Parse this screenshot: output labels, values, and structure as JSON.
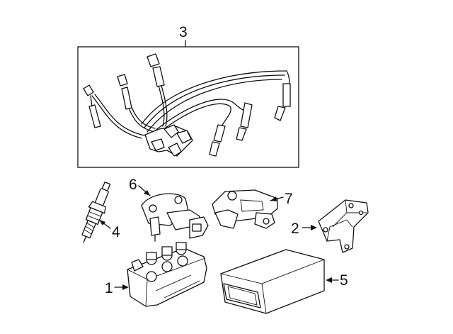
{
  "callouts": {
    "c1": "1",
    "c2": "2",
    "c3": "3",
    "c4": "4",
    "c5": "5",
    "c6": "6",
    "c7": "7"
  },
  "parts": [
    {
      "callout": "1",
      "depicts": "ignition-coil-pack"
    },
    {
      "callout": "2",
      "depicts": "mounting-bracket"
    },
    {
      "callout": "3",
      "depicts": "spark-plug-wire-set"
    },
    {
      "callout": "4",
      "depicts": "spark-plug"
    },
    {
      "callout": "5",
      "depicts": "engine-control-module"
    },
    {
      "callout": "6",
      "depicts": "ignition-sensor"
    },
    {
      "callout": "7",
      "depicts": "crankshaft-position-sensor"
    }
  ],
  "colors": {
    "line": "#111111",
    "background": "#ffffff"
  }
}
